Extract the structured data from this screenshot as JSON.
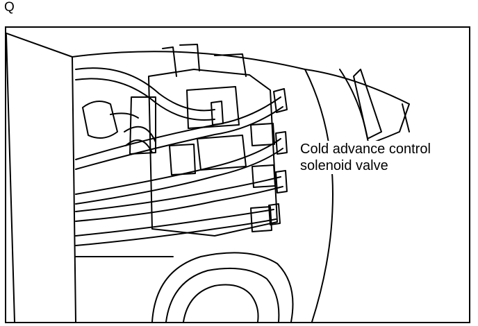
{
  "figure": {
    "letter": "Q"
  },
  "callout": {
    "line1": "Cold advance control",
    "line2": "solenoid valve"
  }
}
